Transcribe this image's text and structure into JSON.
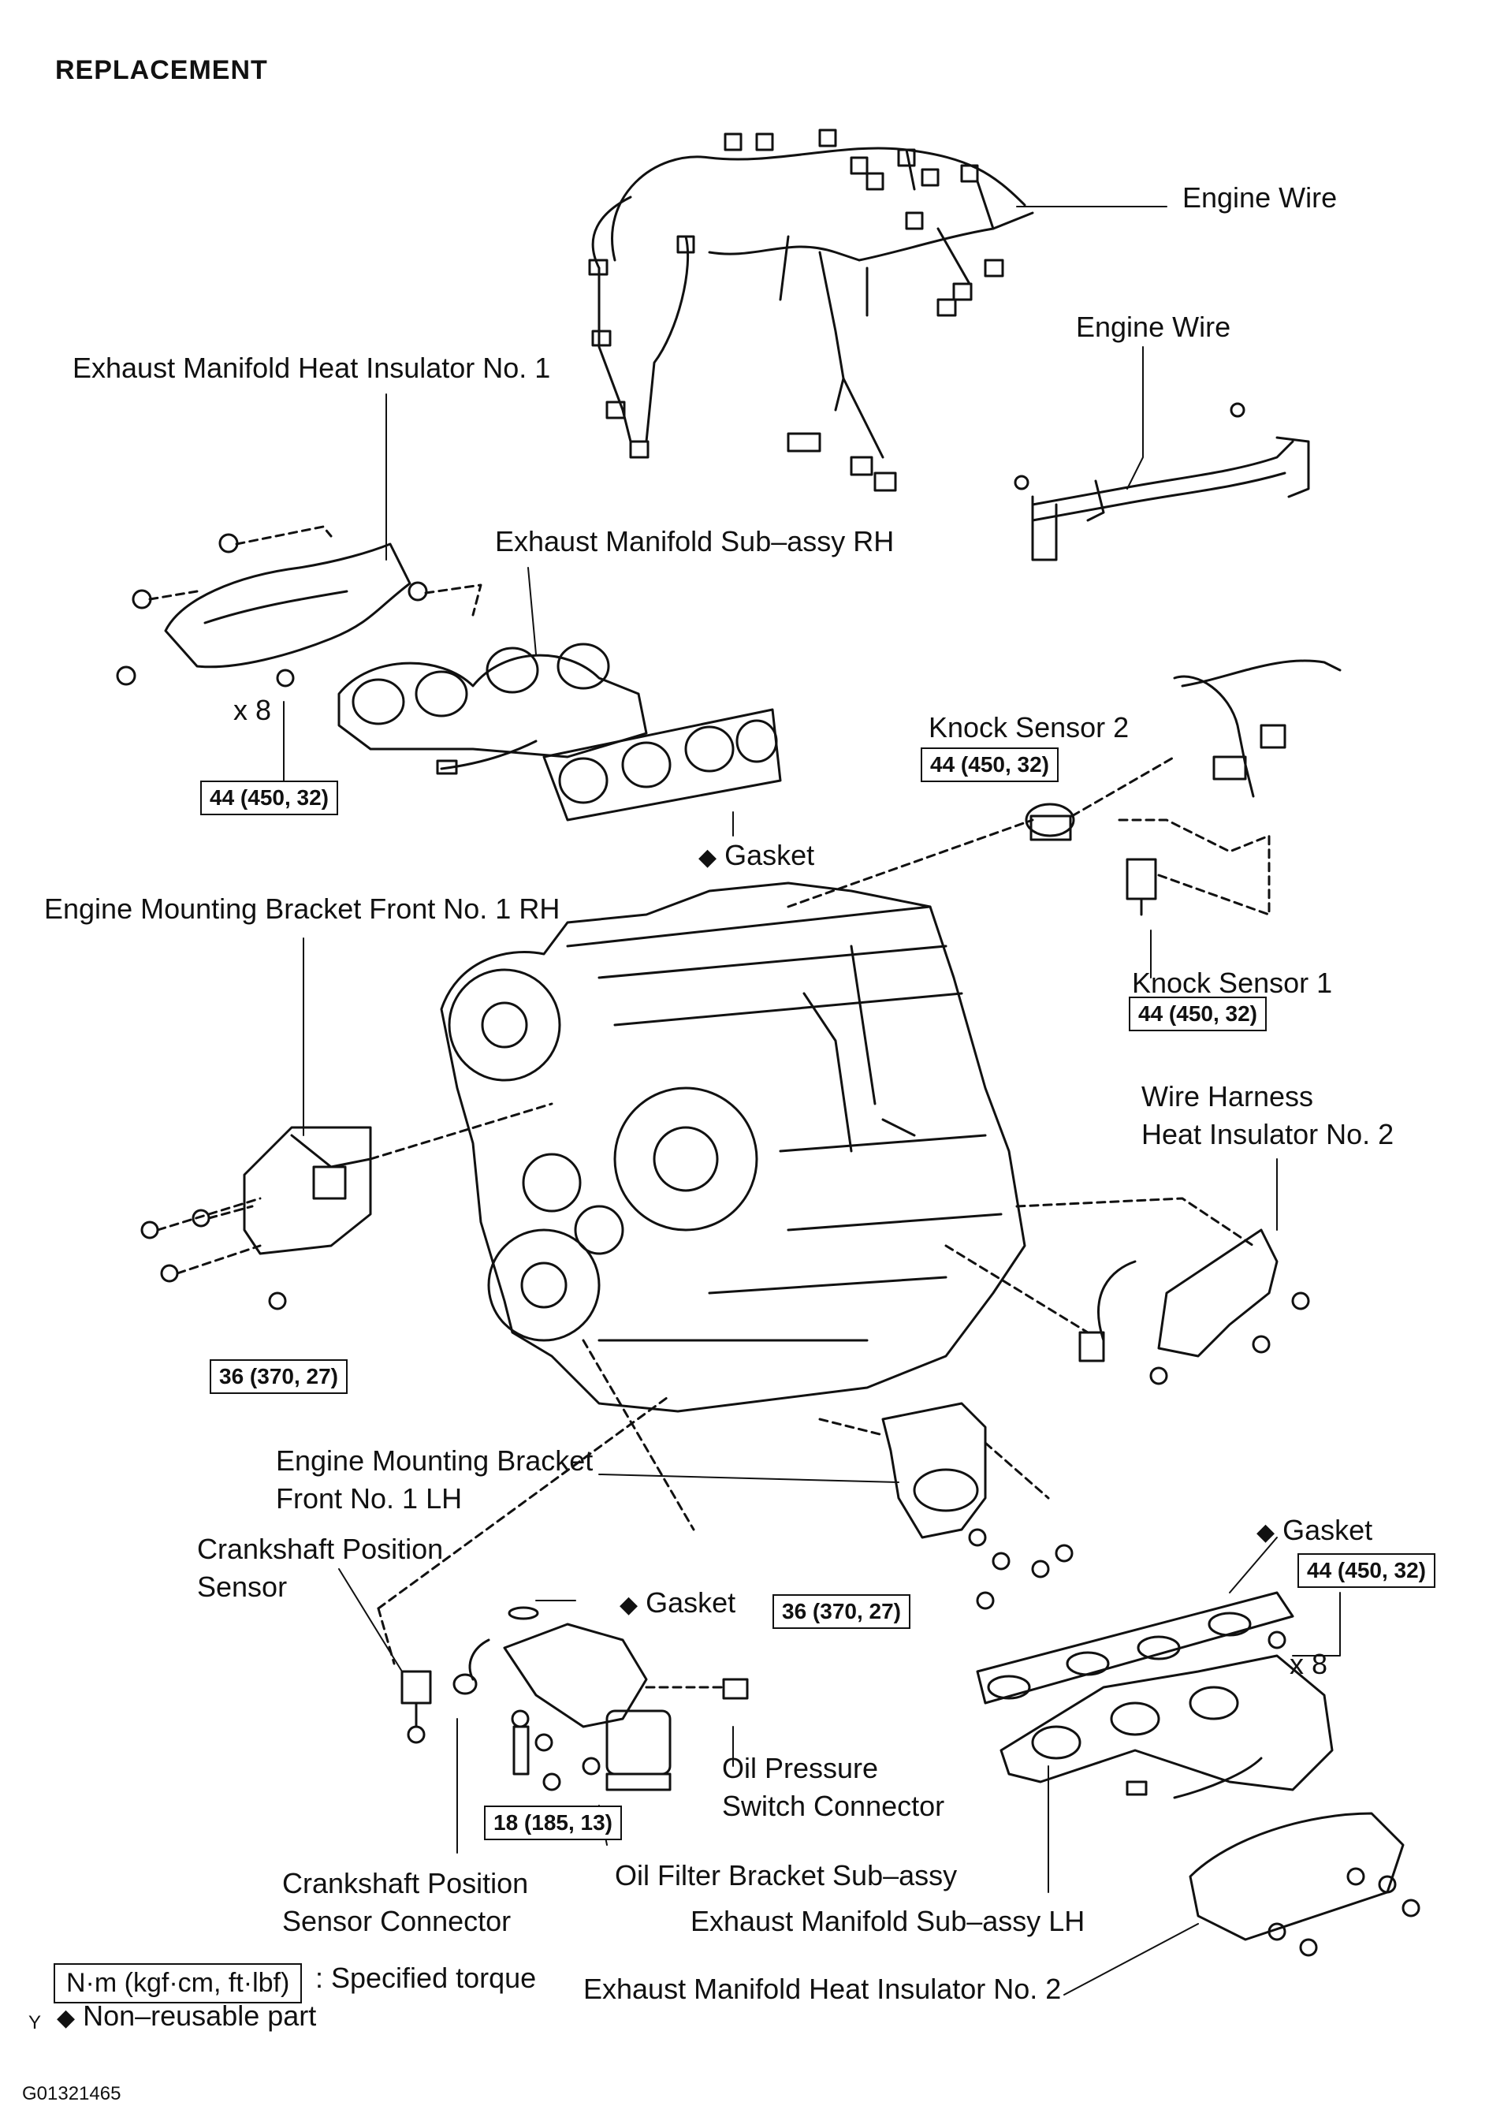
{
  "header": {
    "title": "REPLACEMENT"
  },
  "labels": {
    "engine_wire_top": "Engine Wire",
    "engine_wire_2": "Engine Wire",
    "exh_heat_insulator_1": "Exhaust Manifold Heat Insulator No. 1",
    "exh_manifold_rh": "Exhaust Manifold Sub–assy RH",
    "x8_rh": "x 8",
    "knock_sensor_2": "Knock Sensor 2",
    "gasket_rh": "Gasket",
    "mount_bracket_rh": "Engine Mounting Bracket Front No. 1 RH",
    "knock_sensor_1": "Knock Sensor 1",
    "wire_harness_insulator_line1": "Wire Harness",
    "wire_harness_insulator_line2": "Heat Insulator No. 2",
    "mount_bracket_lh_line1": "Engine Mounting Bracket",
    "mount_bracket_lh_line2": "Front No. 1 LH",
    "crank_sensor_line1": "Crankshaft Position",
    "crank_sensor_line2": "Sensor",
    "gasket_oil": "Gasket",
    "gasket_lh": "Gasket",
    "x8_lh": "x 8",
    "oil_pressure_line1": "Oil Pressure",
    "oil_pressure_line2": "Switch Connector",
    "crank_connector_line1": "Crankshaft Position",
    "crank_connector_line2": "Sensor Connector",
    "oil_filter_bracket": "Oil Filter Bracket Sub–assy",
    "exh_manifold_lh": "Exhaust Manifold Sub–assy LH",
    "exh_heat_insulator_2": "Exhaust Manifold Heat Insulator No. 2"
  },
  "torques": {
    "t_rh_manifold": "44 (450, 32)",
    "t_knock2": "44 (450, 32)",
    "t_knock1": "44 (450, 32)",
    "t_mount_rh": "36 (370, 27)",
    "t_mount_lh": "36 (370, 27)",
    "t_lh_manifold": "44 (450, 32)",
    "t_oil_filter": "18 (185, 13)"
  },
  "legend": {
    "unit_box": "N·m (kgf·cm, ft·lbf)",
    "specified": ": Specified torque",
    "nonreusable": "Non–reusable part",
    "diamond": "◆"
  },
  "footer": {
    "code": "G01321465",
    "y_mark": "Y"
  }
}
